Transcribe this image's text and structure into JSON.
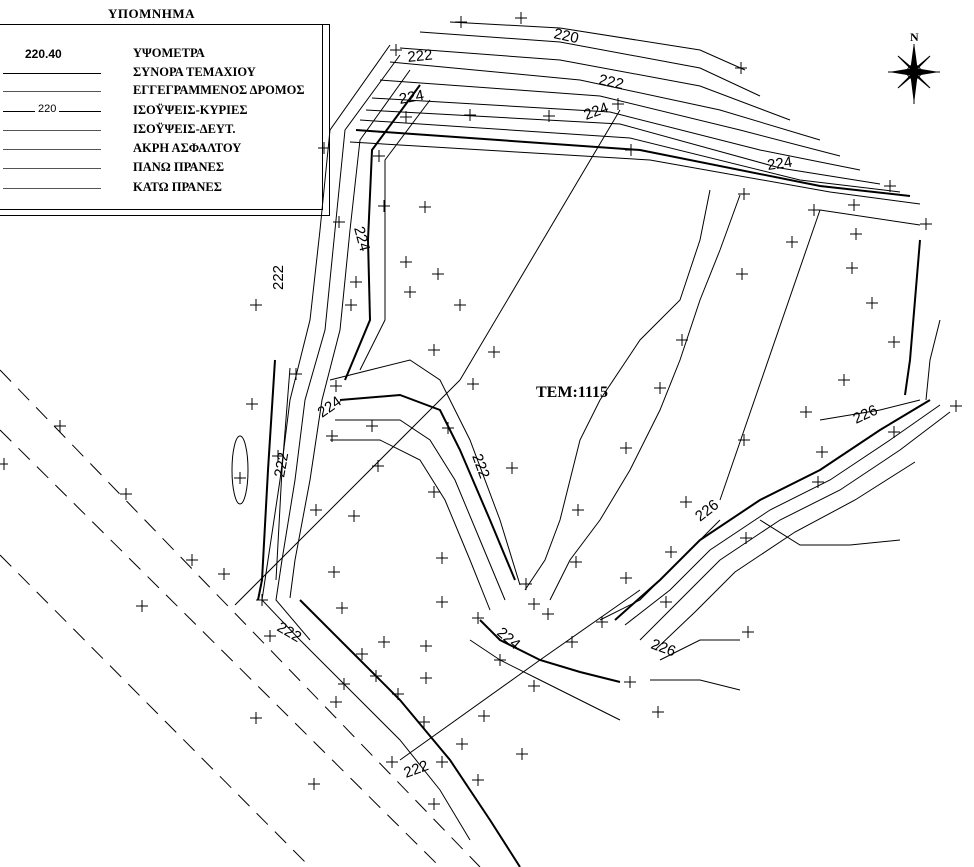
{
  "legend": {
    "title": "ΥΠΟΜΝΗΜΑ",
    "items": [
      {
        "sample": "220.40",
        "label": "ΥΨΟΜΕΤΡΑ"
      },
      {
        "sample": "",
        "label": "ΣΥΝΟΡΑ ΤΕΜΑΧΙΟΥ"
      },
      {
        "sample": "",
        "label": "ΕΓΓΕΓΡΑΜΜΕΝΟΣ ΔΡΟΜΟΣ"
      },
      {
        "sample": "220",
        "label": "ΙΣΟΫΨΕΙΣ-ΚΥΡΙΕΣ"
      },
      {
        "sample": "",
        "label": "ΙΣΟΫΨΕΙΣ-ΔΕΥΤ."
      },
      {
        "sample": "",
        "label": "ΑΚΡΗ ΑΣΦΑΛΤΟΥ"
      },
      {
        "sample": "",
        "label": "ΠΑΝΩ ΠΡΑΝΕΣ"
      },
      {
        "sample": "",
        "label": "ΚΑΤΩ ΠΡΑΝΕΣ"
      }
    ]
  },
  "parcel": {
    "label": "ΤΕΜ:1115"
  },
  "north_arrow": {
    "letter": "N",
    "icon": "compass-rose-icon"
  },
  "contour_labels": [
    "220",
    "222",
    "222",
    "224",
    "224",
    "224",
    "224",
    "222",
    "224",
    "222",
    "222",
    "224",
    "222",
    "226",
    "226",
    "226",
    "222"
  ],
  "colors": {
    "ink": "#000000",
    "background": "#ffffff"
  }
}
